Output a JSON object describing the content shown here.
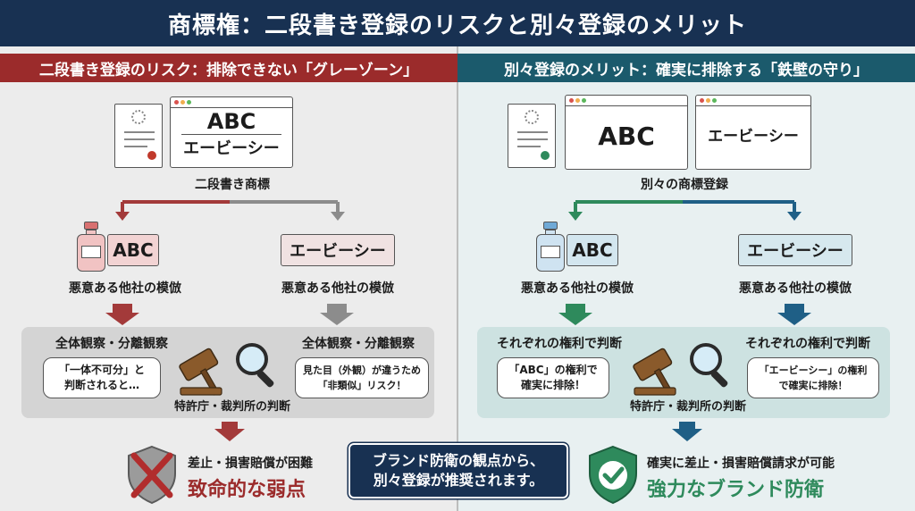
{
  "header": {
    "title": "商標権：二段書き登録のリスクと別々登録のメリット"
  },
  "left": {
    "section_title": "二段書き登録のリスク：排除できない「グレーゾーン」",
    "mark_top": "ABC",
    "mark_bottom": "エービーシー",
    "mark_caption": "二段書き商標",
    "product_abc": "ABC",
    "product_kana": "エービーシー",
    "imitation_a": "悪意ある他社の模倣",
    "imitation_b": "悪意ある他社の模倣",
    "observe_a": "全体観察・分離観察",
    "observe_b": "全体観察・分離観察",
    "bubble_a": [
      "「一体不可分」と",
      "判断されると…"
    ],
    "bubble_b": [
      "見た目（外観）が違うため",
      "「非類似」リスク！"
    ],
    "judge": "特許庁・裁判所の判断",
    "result_small": "差止・損害賠償が困難",
    "result_big": "致命的な弱点"
  },
  "right": {
    "section_title": "別々登録のメリット：確実に排除する「鉄壁の守り」",
    "mark_a": "ABC",
    "mark_b": "エービーシー",
    "mark_caption": "別々の商標登録",
    "product_abc": "ABC",
    "product_kana": "エービーシー",
    "imitation_a": "悪意ある他社の模倣",
    "imitation_b": "悪意ある他社の模倣",
    "observe_a": "それぞれの権利で判断",
    "observe_b": "それぞれの権利で判断",
    "bubble_a": [
      "「ABC」の権利で",
      "確実に排除！"
    ],
    "bubble_b": [
      "「エービーシー」の権利",
      "で確実に排除！"
    ],
    "judge": "特許庁・裁判所の判断",
    "result_small": "確実に差止・損害賠償請求が可能",
    "result_big": "強力なブランド防衛"
  },
  "callout": {
    "lines": [
      "ブランド防衛の観点から、",
      "別々登録が推奨されます。"
    ]
  },
  "colors": {
    "navy": "#183152",
    "red": "#9b2b2b",
    "teal": "#1b5a6c",
    "green": "#2e8a5c",
    "blue": "#1f5f86"
  }
}
